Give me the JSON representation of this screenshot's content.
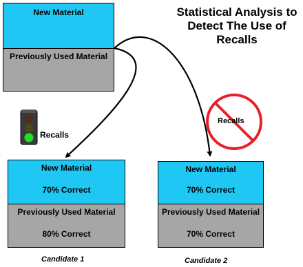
{
  "title": "Statistical Analysis to Detect The Use of Recalls",
  "top_box": {
    "new_material": "New Material",
    "previously_used": "Previously Used Material"
  },
  "traffic_light": {
    "label": "Recalls",
    "state": "green"
  },
  "no_recalls_sign": {
    "label": "Recalls"
  },
  "candidates": [
    {
      "name": "Candidate 1",
      "new_material_label": "New Material",
      "new_correct": "70% Correct",
      "prev_material_label": "Previously Used Material",
      "prev_correct": "80% Correct"
    },
    {
      "name": "Candidate 2",
      "new_material_label": "New Material",
      "new_correct": "70% Correct",
      "prev_material_label": "Previously Used Material",
      "prev_correct": "70% Correct"
    }
  ],
  "colors": {
    "blue": "#1fc8f4",
    "gray": "#a6a6a6",
    "prohibition_red": "#e8202a",
    "green_light": "#22dd22"
  }
}
